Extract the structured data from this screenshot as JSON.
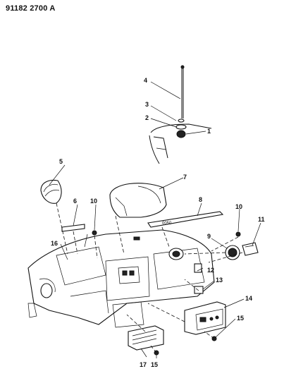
{
  "diagram": {
    "code": "91182 2700 A",
    "callouts": {
      "c1": "1",
      "c2": "2",
      "c3": "3",
      "c4": "4",
      "c5": "5",
      "c6": "6",
      "c7": "7",
      "c8": "8",
      "c9": "9",
      "c10a": "10",
      "c10b": "10",
      "c11": "11",
      "c12": "12",
      "c13": "13",
      "c14": "14",
      "c15a": "15",
      "c15b": "15",
      "c16": "16",
      "c17": "17"
    },
    "colors": {
      "ink": "#111111",
      "background": "#ffffff"
    }
  }
}
